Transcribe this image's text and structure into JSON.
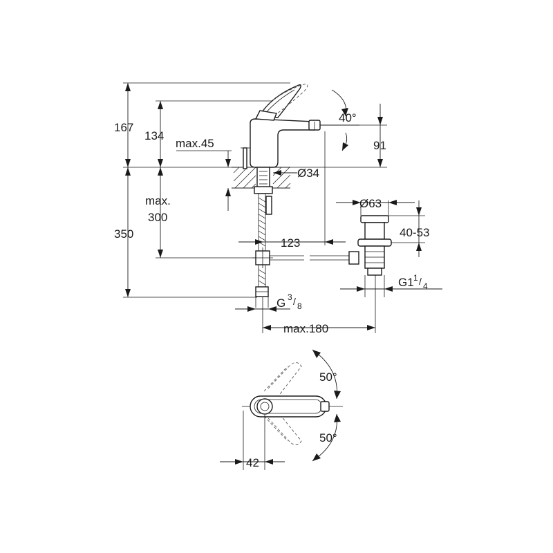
{
  "dimensions": {
    "d167": "167",
    "d134": "134",
    "max45": "max.45",
    "angle40": "40°",
    "d91": "91",
    "dia34": "Ø34",
    "max300_line1": "max.",
    "max300_line2": "300",
    "d350": "350",
    "dia63": "Ø63",
    "d4053": "40-53",
    "d123": "123",
    "g114_main": "G1",
    "g114_num": "1",
    "g114_sep": "/",
    "g114_den": "4",
    "g38_main": "G",
    "g38_num": "3",
    "g38_sep": "/",
    "g38_den": "8",
    "max180": "max.180",
    "angle50_top": "50°",
    "angle50_bottom": "50°",
    "d42": "42"
  }
}
